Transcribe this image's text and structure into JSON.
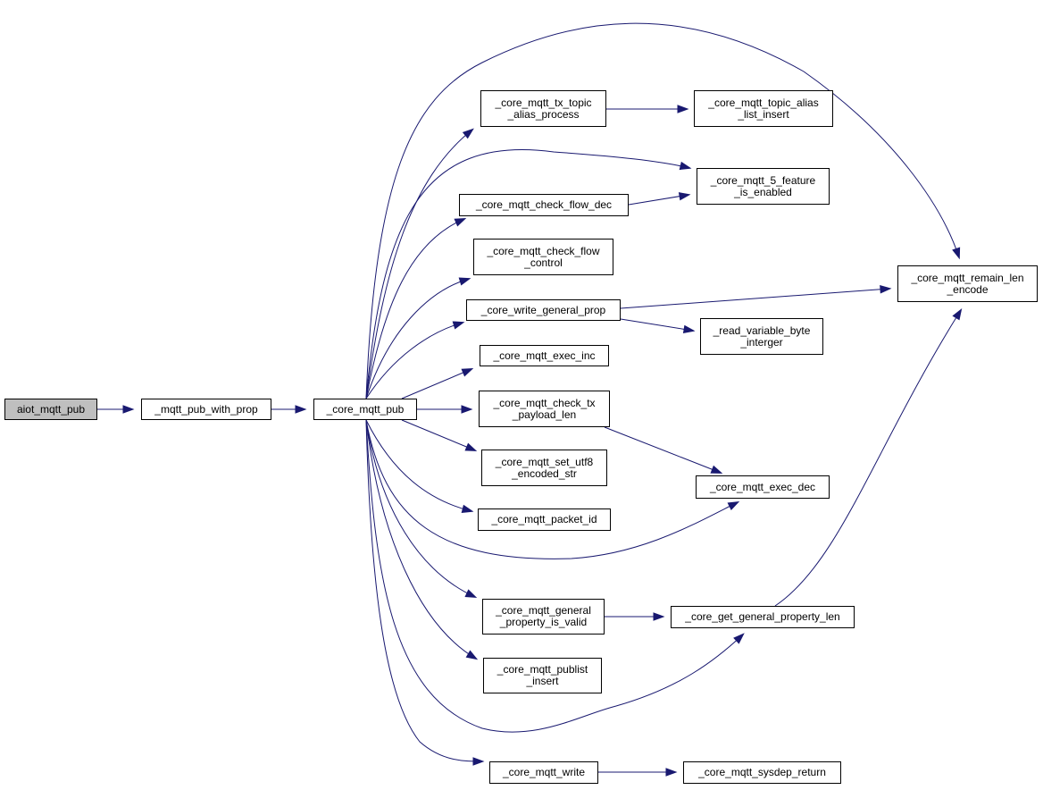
{
  "graph": {
    "nodes": {
      "aiot_mqtt_pub": "aiot_mqtt_pub",
      "mqtt_pub_with_prop": "_mqtt_pub_with_prop",
      "core_mqtt_pub": "_core_mqtt_pub",
      "tx_topic_alias_process": "_core_mqtt_tx_topic\n_alias_process",
      "topic_alias_list_insert": "_core_mqtt_topic_alias\n_list_insert",
      "feature_is_enabled": "_core_mqtt_5_feature\n_is_enabled",
      "check_flow_dec": "_core_mqtt_check_flow_dec",
      "check_flow_control": "_core_mqtt_check_flow\n_control",
      "write_general_prop": "_core_write_general_prop",
      "remain_len_encode": "_core_mqtt_remain_len\n_encode",
      "read_variable_byte_interger": "_read_variable_byte\n_interger",
      "exec_inc": "_core_mqtt_exec_inc",
      "check_tx_payload_len": "_core_mqtt_check_tx\n_payload_len",
      "set_utf8_encoded_str": "_core_mqtt_set_utf8\n_encoded_str",
      "exec_dec": "_core_mqtt_exec_dec",
      "packet_id": "_core_mqtt_packet_id",
      "general_property_is_valid": "_core_mqtt_general\n_property_is_valid",
      "get_general_property_len": "_core_get_general_property_len",
      "publist_insert": "_core_mqtt_publist\n_insert",
      "mqtt_write": "_core_mqtt_write",
      "sysdep_return": "_core_mqtt_sysdep_return"
    },
    "edges": [
      [
        "aiot_mqtt_pub",
        "mqtt_pub_with_prop"
      ],
      [
        "mqtt_pub_with_prop",
        "core_mqtt_pub"
      ],
      [
        "core_mqtt_pub",
        "tx_topic_alias_process"
      ],
      [
        "core_mqtt_pub",
        "feature_is_enabled"
      ],
      [
        "core_mqtt_pub",
        "check_flow_dec"
      ],
      [
        "core_mqtt_pub",
        "check_flow_control"
      ],
      [
        "core_mqtt_pub",
        "write_general_prop"
      ],
      [
        "core_mqtt_pub",
        "remain_len_encode"
      ],
      [
        "core_mqtt_pub",
        "exec_inc"
      ],
      [
        "core_mqtt_pub",
        "check_tx_payload_len"
      ],
      [
        "core_mqtt_pub",
        "set_utf8_encoded_str"
      ],
      [
        "core_mqtt_pub",
        "packet_id"
      ],
      [
        "core_mqtt_pub",
        "exec_dec"
      ],
      [
        "core_mqtt_pub",
        "general_property_is_valid"
      ],
      [
        "core_mqtt_pub",
        "publist_insert"
      ],
      [
        "core_mqtt_pub",
        "get_general_property_len"
      ],
      [
        "core_mqtt_pub",
        "mqtt_write"
      ],
      [
        "tx_topic_alias_process",
        "topic_alias_list_insert"
      ],
      [
        "check_flow_dec",
        "feature_is_enabled"
      ],
      [
        "write_general_prop",
        "remain_len_encode"
      ],
      [
        "write_general_prop",
        "read_variable_byte_interger"
      ],
      [
        "check_tx_payload_len",
        "exec_dec"
      ],
      [
        "general_property_is_valid",
        "get_general_property_len"
      ],
      [
        "get_general_property_len",
        "remain_len_encode"
      ],
      [
        "mqtt_write",
        "sysdep_return"
      ]
    ]
  },
  "colors": {
    "edge": "#191970",
    "root_fill": "#bfbfbf",
    "node_fill": "#ffffff",
    "node_border": "#000000"
  }
}
